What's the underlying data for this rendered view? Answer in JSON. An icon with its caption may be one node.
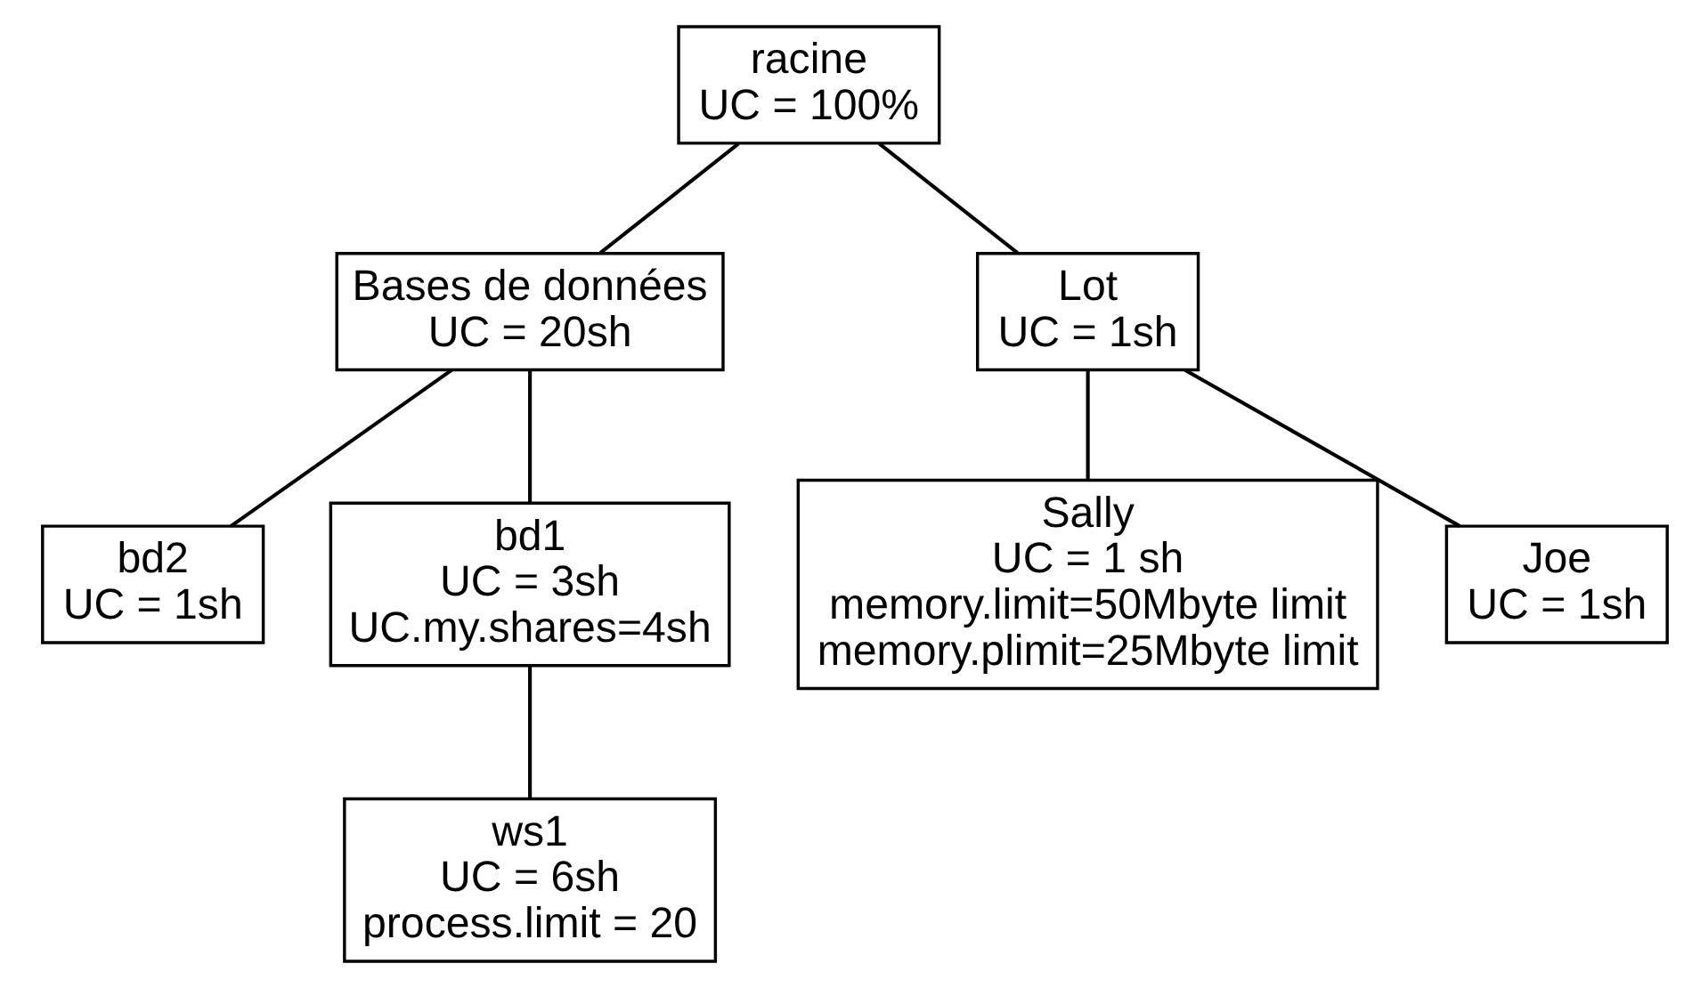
{
  "diagram": {
    "nodes": [
      {
        "text": [
          "racine",
          "UC = 100%"
        ]
      },
      {
        "text": [
          "Bases de données",
          "UC = 20sh"
        ]
      },
      {
        "text": [
          "Lot",
          "UC = 1sh"
        ]
      },
      {
        "text": [
          "bd2",
          "UC = 1sh"
        ]
      },
      {
        "text": [
          "bd1",
          "UC = 3sh",
          "UC.my.shares=4sh"
        ]
      },
      {
        "text": [
          "Sally",
          "UC = 1 sh",
          "memory.limit=50Mbyte limit",
          "memory.plimit=25Mbyte limit"
        ]
      },
      {
        "text": [
          "Joe",
          "UC = 1sh"
        ]
      },
      {
        "text": [
          "ws1",
          "UC = 6sh",
          "process.limit = 20"
        ]
      }
    ],
    "edges": [
      {
        "from": 0,
        "to": 1,
        "arrow": "none"
      },
      {
        "from": 0,
        "to": 2,
        "arrow": "none"
      },
      {
        "from": 1,
        "to": 3,
        "arrow": "none"
      },
      {
        "from": 1,
        "to": 4,
        "arrow": "none"
      },
      {
        "from": 2,
        "to": 5,
        "arrow": "none"
      },
      {
        "from": 2,
        "to": 6,
        "arrow": "none"
      },
      {
        "from": 4,
        "to": 7,
        "arrow": "none"
      }
    ]
  }
}
